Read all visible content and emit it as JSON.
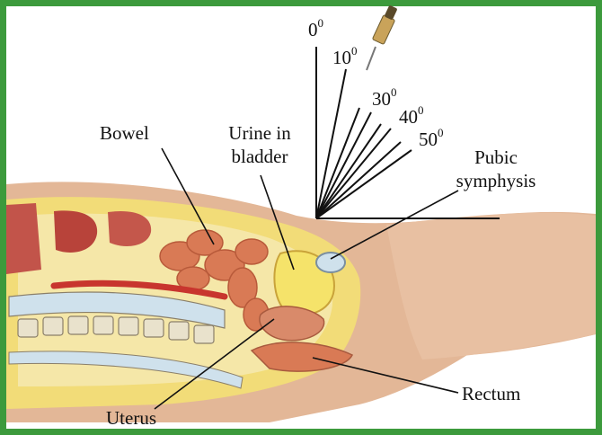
{
  "labels": {
    "bowel": "Bowel",
    "urine_line1": "Urine in",
    "urine_line2": "bladder",
    "pubic_line1": "Pubic",
    "pubic_line2": "symphysis",
    "uterus": "Uterus",
    "rectum": "Rectum"
  },
  "angles": [
    {
      "value": "0",
      "unit": "0"
    },
    {
      "value": "10",
      "unit": "0"
    },
    {
      "value": "30",
      "unit": "0"
    },
    {
      "value": "40",
      "unit": "0"
    },
    {
      "value": "50",
      "unit": "0"
    }
  ],
  "colors": {
    "frame": "#3c9a3c",
    "skin": "#e3b797",
    "fat": "#f2dc78",
    "bowel": "#d97a55",
    "muscle": "#b8433a",
    "bone": "#e9e2cc",
    "bladder": "#f5e36a",
    "line": "#111111"
  }
}
